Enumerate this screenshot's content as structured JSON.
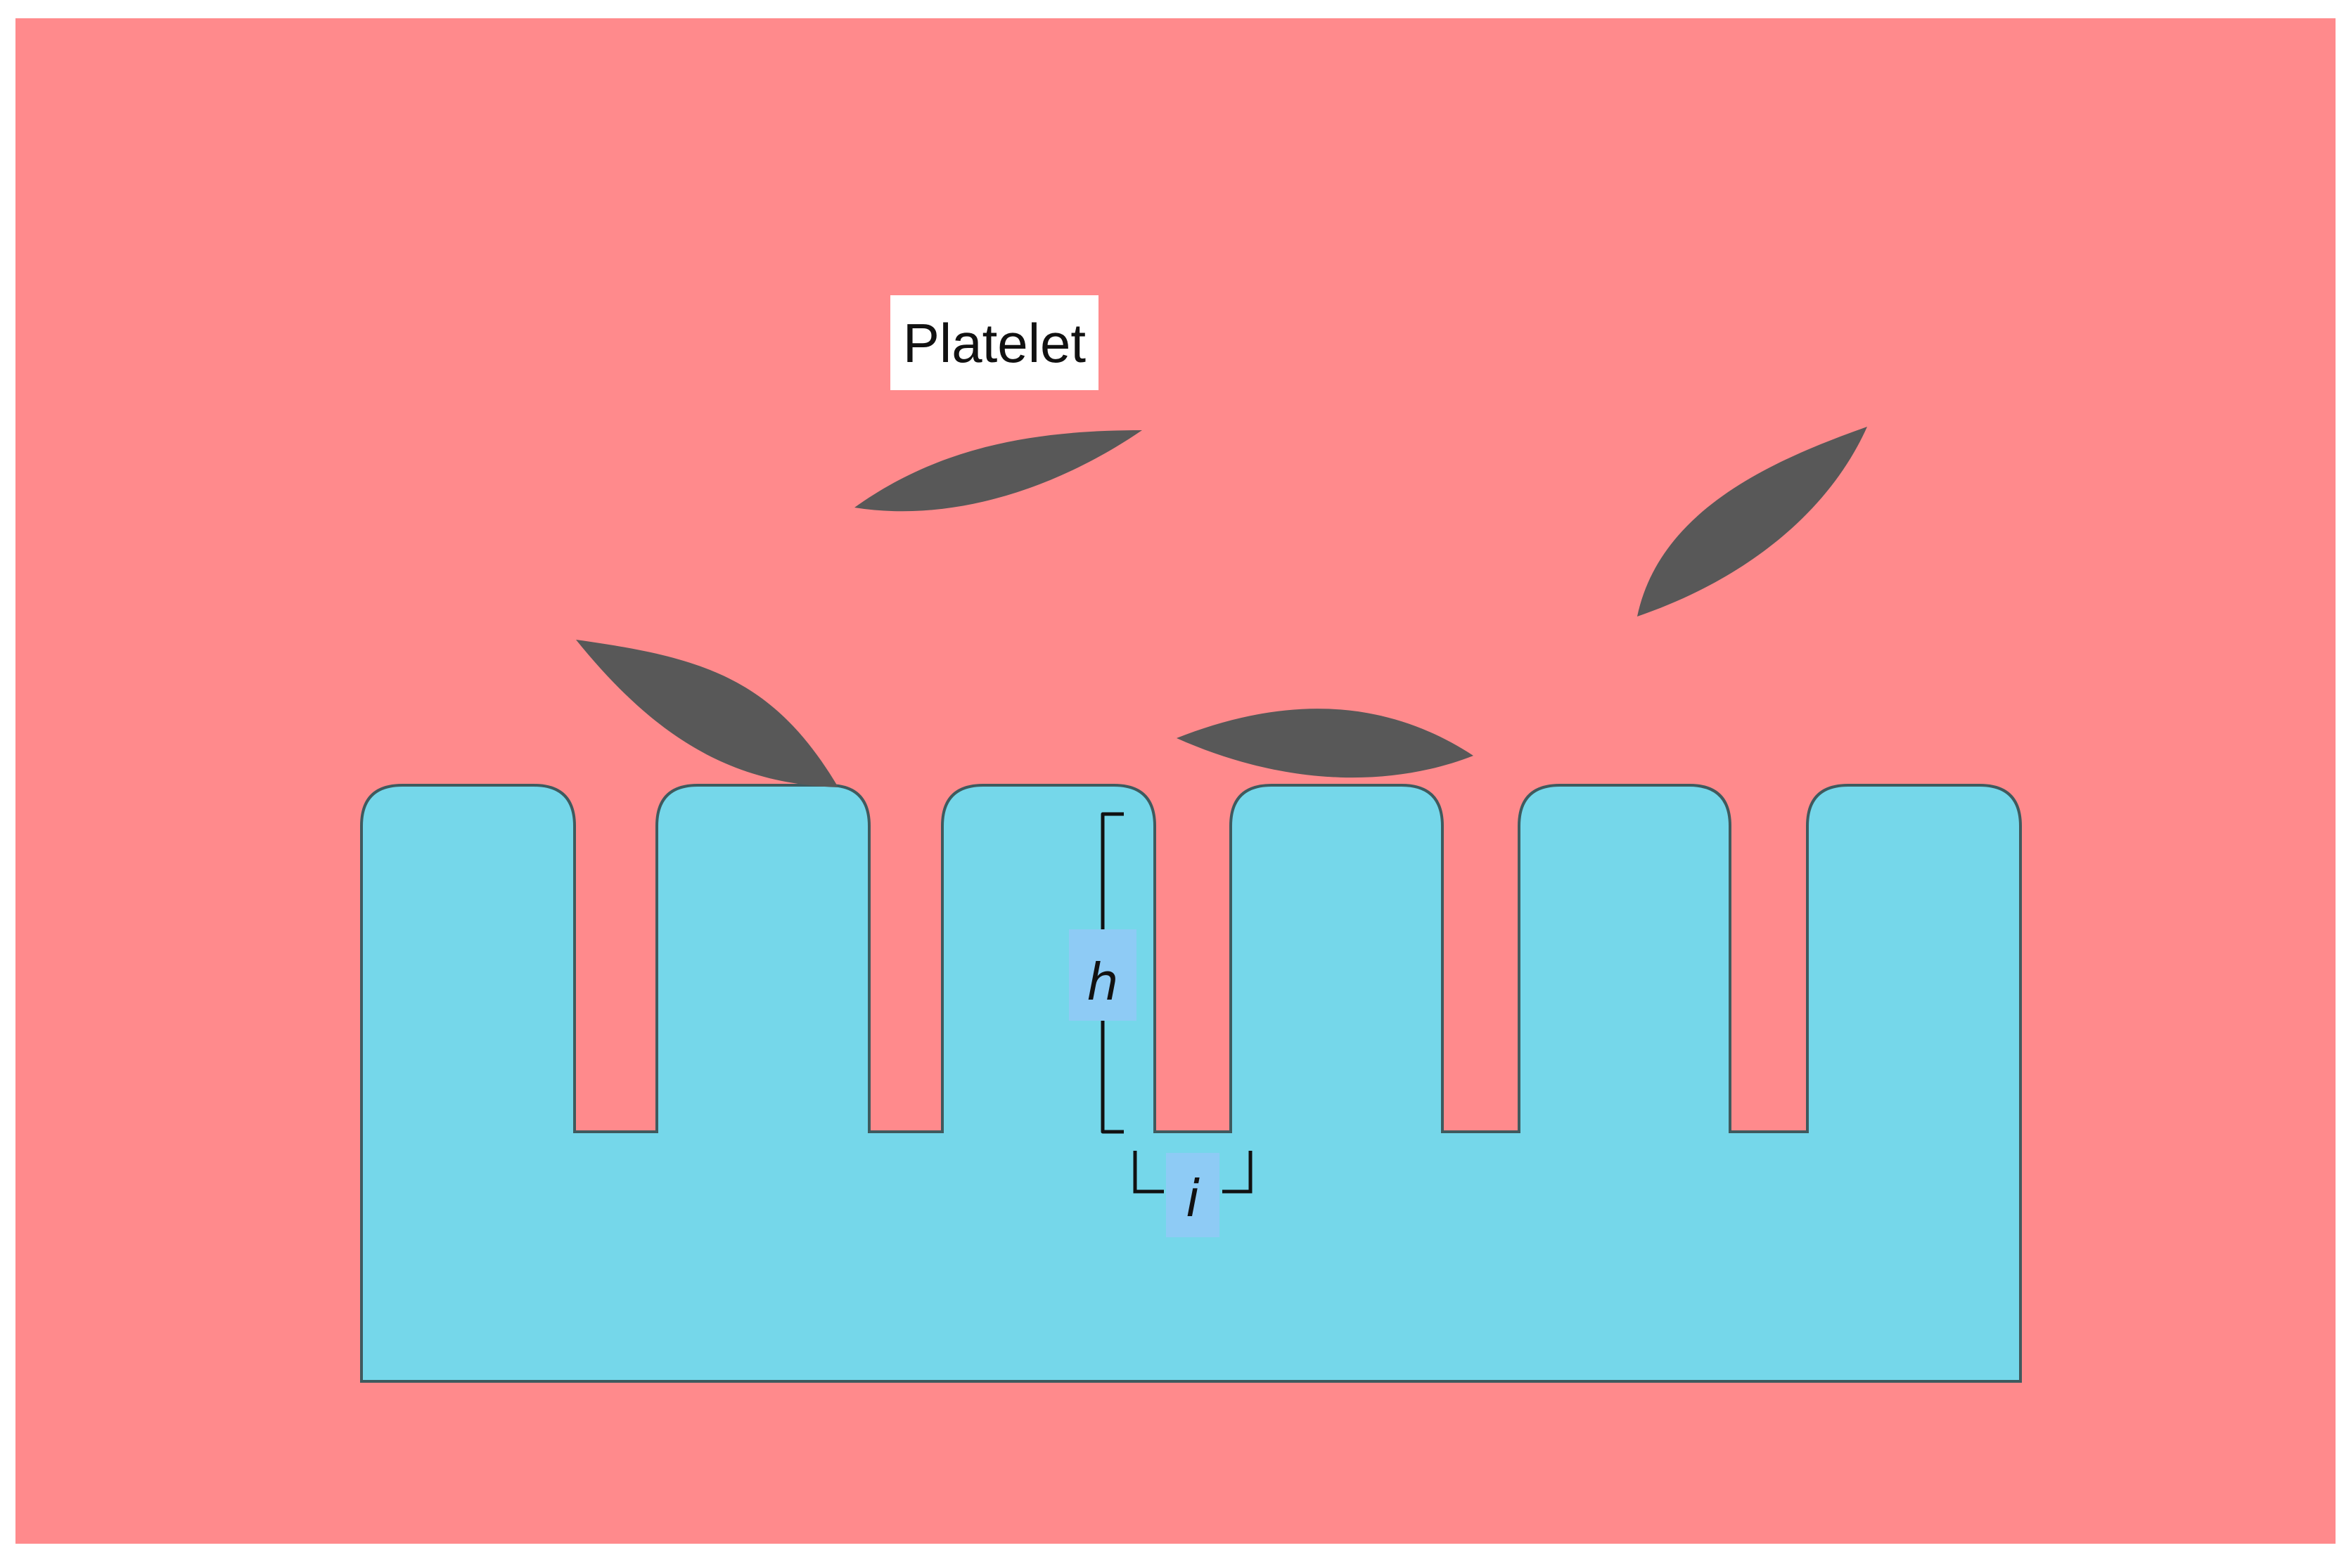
{
  "diagram": {
    "colors": {
      "background": "#FF8A8C",
      "substrate": "#75D7EA",
      "substrate_outline": "#3F5A5E",
      "platelet": "#585858",
      "label_background": "#FFFFFF",
      "dimension_label_background": "#8ECBF5",
      "bracket": "#111111"
    },
    "labels": {
      "platelet": "Platelet",
      "pillar_height": "h",
      "pillar_spacing": "i"
    },
    "pillar_count": 6,
    "platelet_count": 4
  }
}
